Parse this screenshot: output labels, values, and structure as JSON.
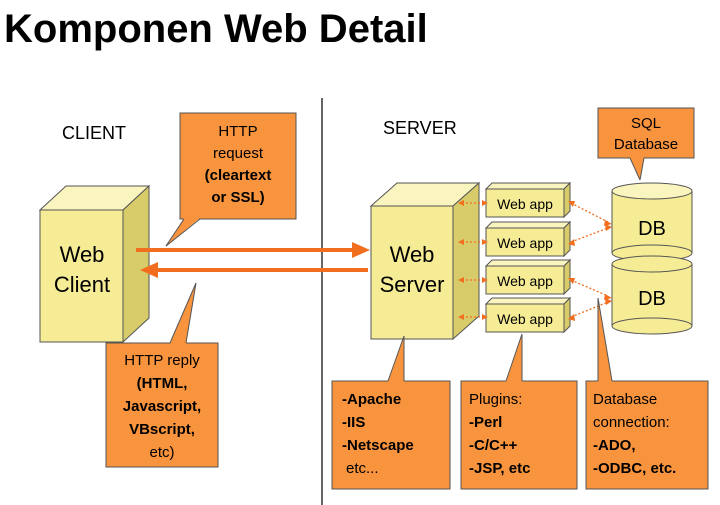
{
  "title": "Komponen Web Detail",
  "labels": {
    "client": "CLIENT",
    "server": "SERVER"
  },
  "web_client": {
    "line1": "Web",
    "line2": "Client"
  },
  "web_server": {
    "line1": "Web",
    "line2": "Server"
  },
  "web_apps": [
    "Web app",
    "Web app",
    "Web app",
    "Web app"
  ],
  "databases": [
    "DB",
    "DB"
  ],
  "callouts": {
    "http_request": [
      "HTTP",
      "request",
      "(cleartext",
      "or SSL)"
    ],
    "http_reply": [
      "HTTP reply",
      "(HTML,",
      "Javascript,",
      "VBscript,",
      "etc)"
    ],
    "sql_database": [
      "SQL",
      "Database"
    ],
    "web_servers": [
      "-Apache",
      "-IIS",
      "-Netscape",
      "etc..."
    ],
    "plugins": [
      "Plugins:",
      "-Perl",
      "-C/C++",
      "-JSP, etc"
    ],
    "db_connection": [
      "Database",
      "connection:",
      "-ADO,",
      "-ODBC, etc."
    ]
  },
  "colors": {
    "box_fill": "#f6ec96",
    "box_side": "#d8cc6a",
    "box_top": "#faf4bf",
    "callout_fill": "#f9943e",
    "arrow": "#f26e1f",
    "divider": "#333333"
  }
}
